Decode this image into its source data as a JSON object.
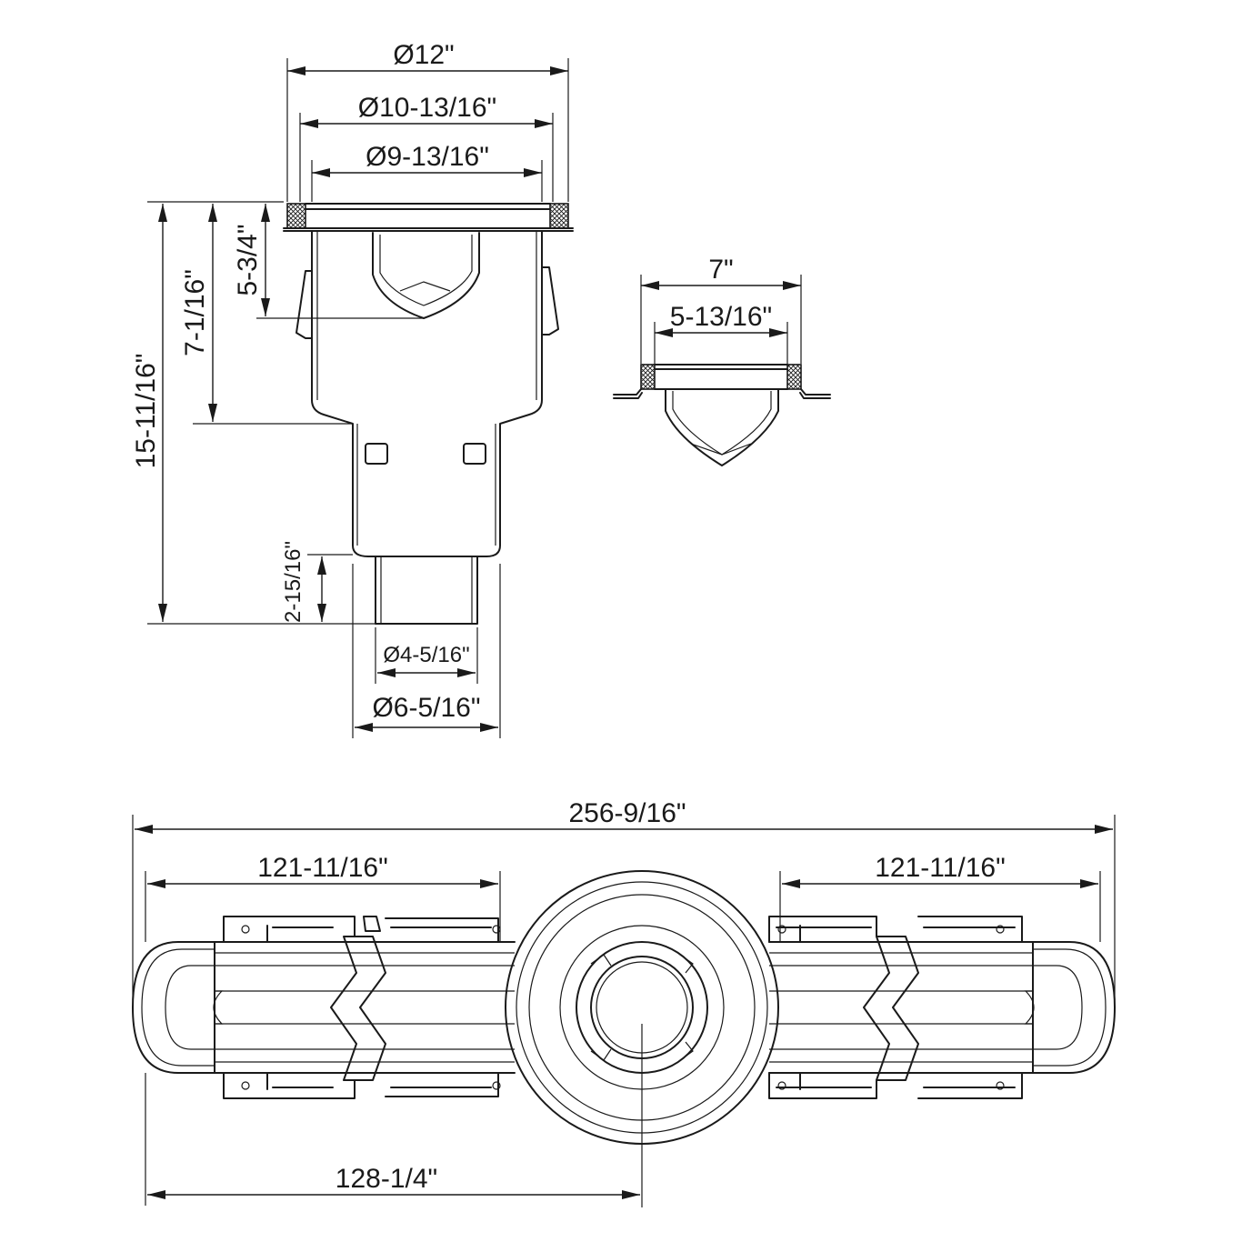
{
  "side_view": {
    "dim_top_flange": "Ø12\"",
    "dim_outer_ring": "Ø10-13/16\"",
    "dim_inner_ring": "Ø9-13/16\"",
    "dim_total_height": "15-11/16\"",
    "dim_body_height": "7-1/16\"",
    "dim_inlet_height": "5-3/4\"",
    "dim_spigot_height": "2-15/16\"",
    "dim_spigot_inner": "Ø4-5/16\"",
    "dim_spigot_outer": "Ø6-5/16\""
  },
  "section_view": {
    "dim_outer_width": "7\"",
    "dim_inner_width": "5-13/16\""
  },
  "plan_view": {
    "dim_total_length": "256-9/16\"",
    "dim_left_section": "121-11/16\"",
    "dim_right_section": "121-11/16\"",
    "dim_center_offset": "128-1/4\""
  }
}
